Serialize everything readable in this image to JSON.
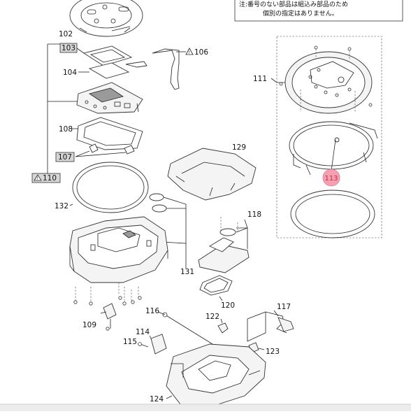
{
  "note": {
    "line1": "注:番号のない部品は組込み部品のため",
    "line2": "個別の指定はありません。"
  },
  "labels": {
    "l102": "102",
    "l103": "103",
    "l104": "104",
    "l106": "106",
    "l107": "107",
    "l108": "108",
    "l109": "109",
    "l110": "110",
    "l111": "111",
    "l113": "113",
    "l114": "114",
    "l115": "115",
    "l116": "116",
    "l117": "117",
    "l118": "118",
    "l120": "120",
    "l122": "122",
    "l123": "123",
    "l124": "124",
    "l129": "129",
    "l131": "131",
    "l132": "132"
  },
  "colors": {
    "highlight": "#f4a0b0",
    "highlight_text": "#c0304a",
    "label_box": "#d6d6d6"
  },
  "icons": {
    "warning": "warning-triangle-icon"
  }
}
